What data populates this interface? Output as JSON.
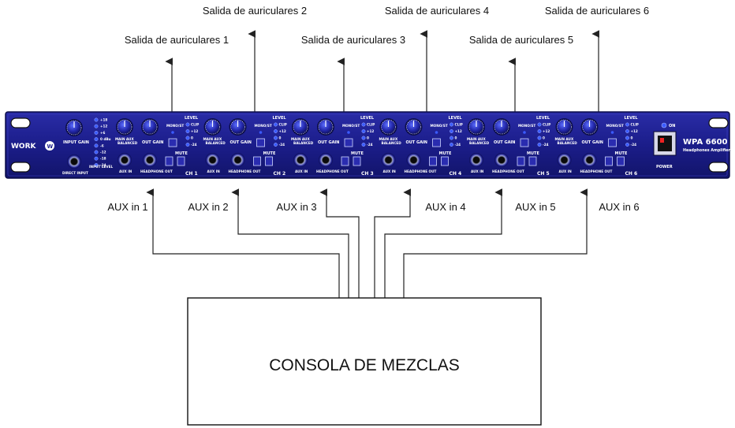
{
  "outputs": [
    "Salida de auriculares 1",
    "Salida de auriculares  2",
    "Salida de auriculares 3",
    "Salida de auriculares 4",
    "Salida de auriculares  5",
    "Salida de auriculares 6"
  ],
  "inputs": [
    "AUX in 1",
    "AUX in 2",
    "AUX in 3",
    "AUX in 4",
    "AUX in 5",
    "AUX in 6"
  ],
  "console": "CONSOLA DE MEZCLAS",
  "device": {
    "brand": "WORK",
    "model": "WPA 6600",
    "subtitle": "Headphones Amplifier",
    "power_label": "POWER",
    "on_label": "ON",
    "input_gain_label": "INPUT  GAIN",
    "direct_input_label": "DIRECT INPUT",
    "input_led_labels": [
      "+18",
      "+12",
      "+6",
      "0 dBu",
      "-6",
      "-12",
      "-18",
      "-24"
    ],
    "input_led_footer": "INPUT LEVEL",
    "channels": [
      "CH 1",
      "CH 2",
      "CH 3",
      "CH 4",
      "CH 5",
      "CH 6"
    ],
    "balance_label": "MAIN     AUX",
    "balanced_label": "BALANCED",
    "out_gain_label": "OUT GAIN",
    "monost_label": "MONO/ST",
    "level_label": "LEVEL",
    "mute_label": "MUTE",
    "aux_in_label": "AUX IN",
    "headphone_out_label": "HEADPHONE OUT",
    "level_leds": [
      "CLIP",
      "+12",
      "0",
      "-24"
    ]
  },
  "colors": {
    "panel": "#1c1e8e",
    "panel_edge": "#0d0f5e",
    "led": "#3b5bff",
    "knob": "#2a2cb0"
  }
}
